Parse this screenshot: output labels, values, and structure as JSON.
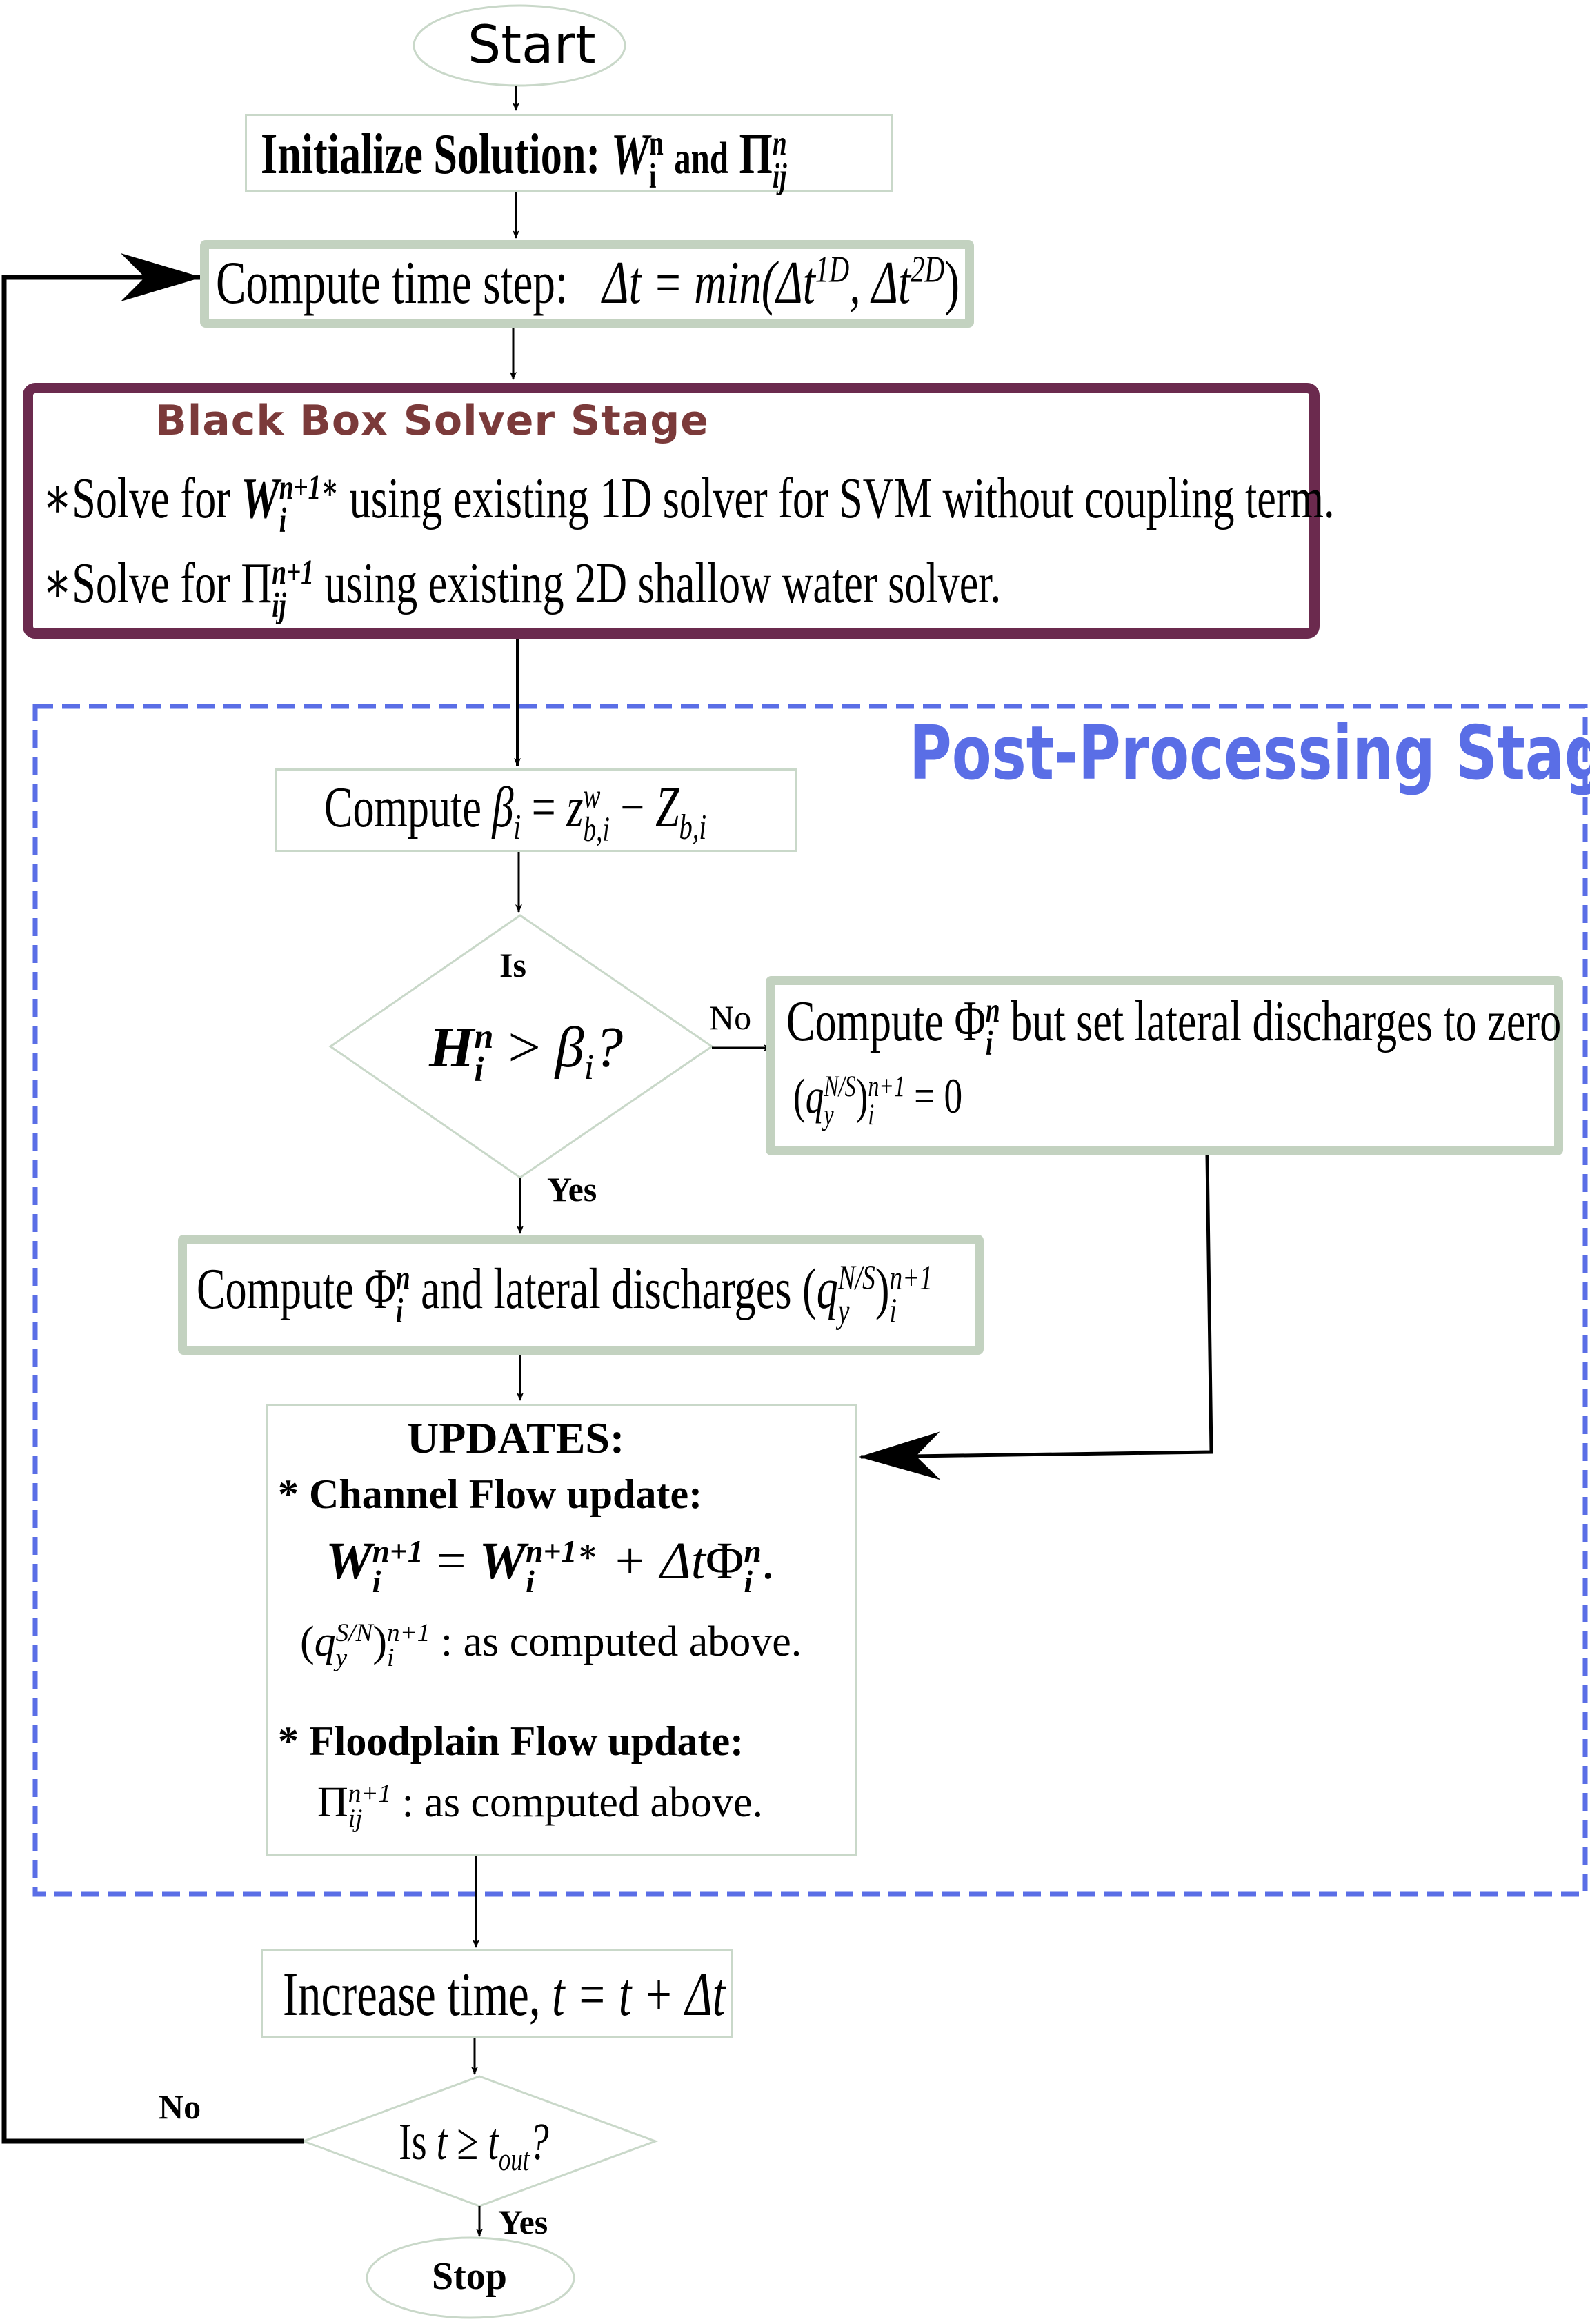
{
  "start": {
    "label": "Start"
  },
  "init": {
    "prefix": "Initialize Solution: ",
    "var1": "W",
    "var1_sup": "n",
    "var1_sub": "i",
    "conj": "and",
    "var2": "Π",
    "var2_sup": "n",
    "var2_sub": "ij"
  },
  "timestep": {
    "prefix": "Compute time step:",
    "formula": "Δt = min(Δt",
    "sup1": "1D",
    "sep": ", Δt",
    "sup2": "2D",
    "close": ")"
  },
  "black_box": {
    "title": "Black Box Solver Stage",
    "line1_prefix": "∗Solve for ",
    "line1_var": "W",
    "line1_sup": "n+1∗",
    "line1_sub": "i",
    "line1_suffix": " using existing 1D solver for SVM without coupling term.",
    "line2_prefix": "∗Solve for ",
    "line2_var": "Π",
    "line2_sup": "n+1",
    "line2_sub": "ij",
    "line2_suffix": " using existing 2D shallow water solver."
  },
  "post_processing": {
    "title": "Post-Processing Stage"
  },
  "beta": {
    "prefix": "Compute ",
    "lhs": "β",
    "lhs_sub": "i",
    "eq": " = ",
    "z": "z",
    "z_sup": "w",
    "z_sub": "b,i",
    "minus": " − ",
    "Z": "Z",
    "Z_sub": "b,i"
  },
  "decision1": {
    "is": "Is",
    "var": "H",
    "var_sup": "n",
    "var_sub": "i",
    "rel": " > ",
    "beta": "β",
    "beta_sub": "i",
    "q": "?",
    "no": "No",
    "yes": "Yes"
  },
  "no_branch": {
    "prefix": "Compute ",
    "phi": "Φ",
    "phi_sup": "n",
    "phi_sub": "i",
    "suffix": " but set lateral discharges to zero",
    "q": "q",
    "q_sup": "N/S",
    "q_sub": "y",
    "outer_sup": "n+1",
    "outer_sub": "i",
    "eq": " = 0"
  },
  "yes_branch": {
    "prefix": "Compute ",
    "phi": "Φ",
    "phi_sup": "n",
    "phi_sub": "i",
    "suffix": " and lateral discharges ",
    "q": "q",
    "q_sup": "N/S",
    "q_sub": "y",
    "outer_sup": "n+1",
    "outer_sub": "i"
  },
  "updates": {
    "title": "UPDATES:",
    "channel": "* Channel Flow update:",
    "w_lhs": "W",
    "w_lhs_sup": "n+1",
    "w_lhs_sub": "i",
    "w_eq": " = ",
    "w_rhs": "W",
    "w_rhs_sup": "n+1∗",
    "w_rhs_sub": "i",
    "w_plus": " + Δt",
    "w_phi": "Φ",
    "w_phi_sup": "n",
    "w_phi_sub": "i",
    "w_end": ".",
    "q": "q",
    "q_sup": "S/N",
    "q_sub": "y",
    "q_outer_sup": "n+1",
    "q_outer_sub": "i",
    "q_text": " : as computed above.",
    "floodplain": "* Floodplain Flow update:",
    "pi": "Π",
    "pi_sup": "n+1",
    "pi_sub": "ij",
    "pi_text": " : as computed above."
  },
  "increase": {
    "prefix": "Increase time, ",
    "formula": "t = t + Δt"
  },
  "decision2": {
    "is": "Is ",
    "t": "t",
    "ge": " ≥ ",
    "tout": "t",
    "tout_sub": "out",
    "q": "?",
    "no": "No",
    "yes": "Yes"
  },
  "stop": {
    "label": "Stop"
  },
  "colors": {
    "black_box_border": "#6b2a4e",
    "black_box_title": "#7b3a3a",
    "post_processing": "#5a6ee6",
    "box_border": "#c3d2c0"
  }
}
